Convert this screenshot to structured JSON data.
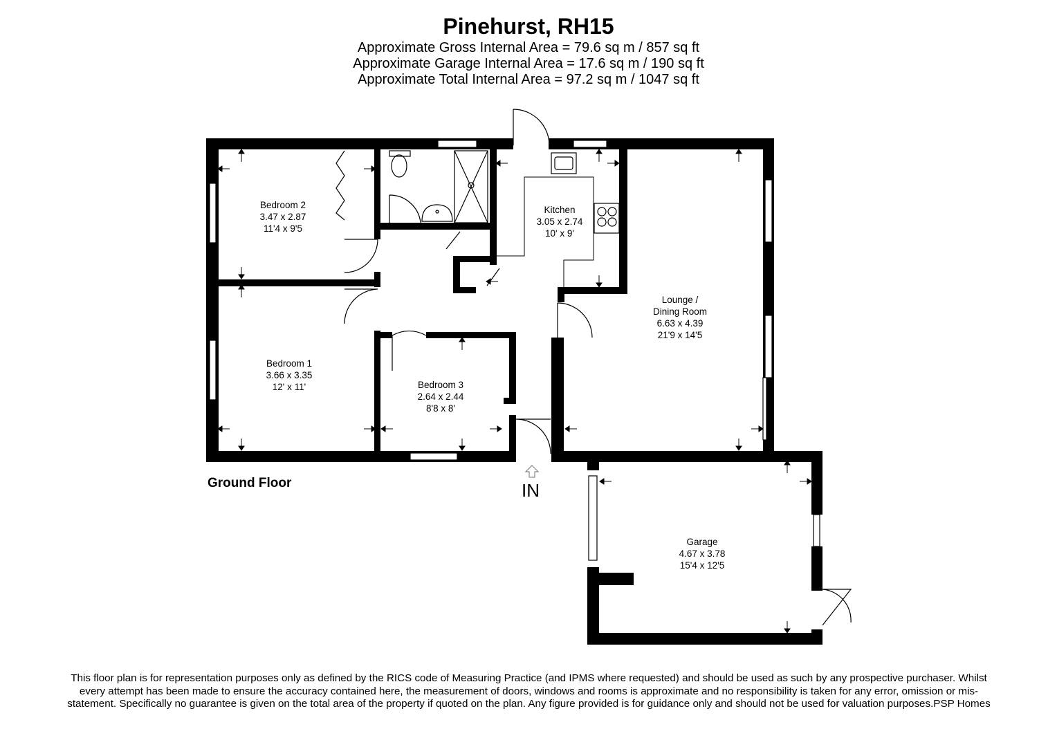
{
  "header": {
    "title": "Pinehurst, RH15",
    "gross_area": "Approximate Gross Internal Area = 79.6 sq m / 857 sq ft",
    "garage_area": "Approximate Garage Internal Area = 17.6 sq m / 190 sq ft",
    "total_area": "Approximate Total Internal Area = 97.2 sq m / 1047 sq ft"
  },
  "floor_label": "Ground Floor",
  "entrance_label": "IN",
  "rooms": {
    "bedroom2": {
      "name": "Bedroom 2",
      "metric": "3.47 x 2.87",
      "imperial": "11'4 x 9'5"
    },
    "kitchen": {
      "name": "Kitchen",
      "metric": "3.05 x 2.74",
      "imperial": "10' x 9'"
    },
    "lounge": {
      "name_line1": "Lounge /",
      "name_line2": "Dining Room",
      "metric": "6.63 x 4.39",
      "imperial": "21'9 x 14'5"
    },
    "bedroom1": {
      "name": "Bedroom 1",
      "metric": "3.66 x 3.35",
      "imperial": "12' x 11'"
    },
    "bedroom3": {
      "name": "Bedroom 3",
      "metric": "2.64 x 2.44",
      "imperial": "8'8 x 8'"
    },
    "garage": {
      "name": "Garage",
      "metric": "4.67 x 3.78",
      "imperial": "15'4 x 12'5"
    }
  },
  "disclaimer": "This floor plan is for representation purposes only as defined by the RICS code of Measuring Practice (and IPMS where requested) and should be used as such by any prospective purchaser. Whilst every attempt has been made to ensure the accuracy contained here, the measurement of doors, windows and rooms is approximate and no responsibility is taken for any error, omission or mis-statement. Specifically no guarantee is given on the total area of the property if quoted on the plan. Any figure provided is for guidance only and should not be used for valuation purposes.PSP Homes",
  "colors": {
    "wall": "#000000",
    "window": "#ffffff",
    "background": "#ffffff"
  }
}
